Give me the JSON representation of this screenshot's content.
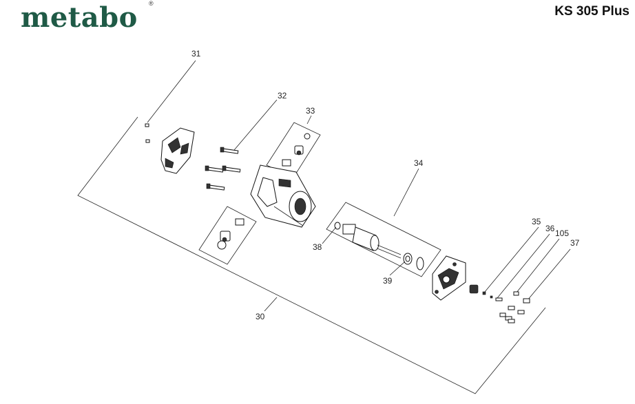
{
  "header": {
    "brand": "metabo",
    "brand_mark": "®",
    "model": "KS 305 Plus",
    "brand_color": "#1f5a46"
  },
  "callouts": {
    "p30": "30",
    "p31": "31",
    "p32": "32",
    "p33": "33",
    "p34": "34",
    "p35": "35",
    "p36": "36",
    "p105": "105",
    "p37": "37",
    "p38": "38",
    "p39": "39"
  }
}
